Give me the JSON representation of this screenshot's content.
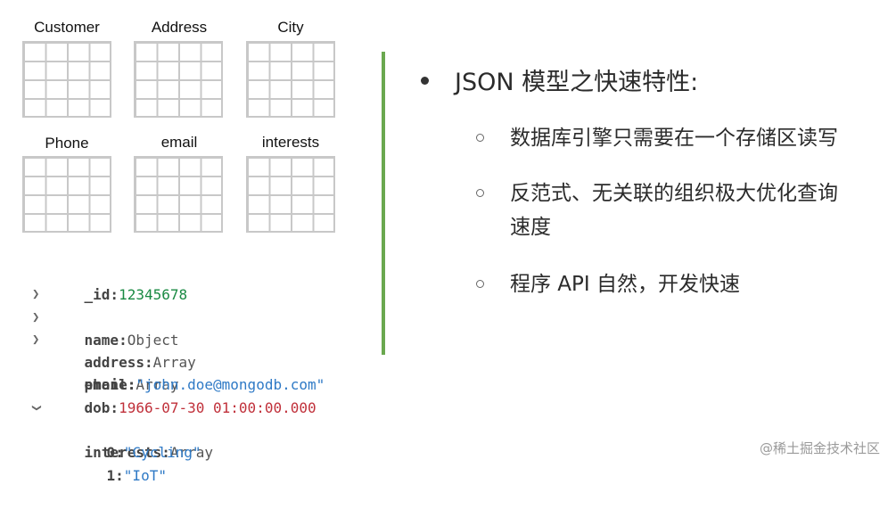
{
  "tables": [
    {
      "name": "Customer"
    },
    {
      "name": "Address"
    },
    {
      "name": "City"
    },
    {
      "name": "Phone"
    },
    {
      "name": "email"
    },
    {
      "name": "interests"
    }
  ],
  "document": {
    "id_key": "_id:",
    "id_value": "12345678",
    "name_key": "name:",
    "name_type": "Object",
    "address_key": "address:",
    "address_type": "Array",
    "phone_key": "phone:",
    "phone_type": "Array",
    "email_key": "email:",
    "email_value": "\"john.doe@mongodb.com\"",
    "dob_key": "dob:",
    "dob_value": "1966-07-30 01:00:00.000",
    "interests_key": "interests:",
    "interests_type": "Array",
    "interest_0_key": "0:",
    "interest_0_value": "\"Cycling\"",
    "interest_1_key": "1:",
    "interest_1_value": "\"IoT\""
  },
  "bullets": {
    "main": "JSON 模型之快速特性:",
    "sub_1": "数据库引擎只需要在一个存储区读写",
    "sub_2_line1": "反范式、无关联的组织极大优化查询",
    "sub_2_line2": "速度",
    "sub_3": "程序 API 自然，开发快速"
  },
  "watermark": "@稀土掘金技术社区",
  "colors": {
    "divider": "#6aa84f",
    "number": "#1a8a43",
    "string": "#2f7ac6",
    "date": "#c0303a",
    "grid": "#c8c8c8"
  }
}
